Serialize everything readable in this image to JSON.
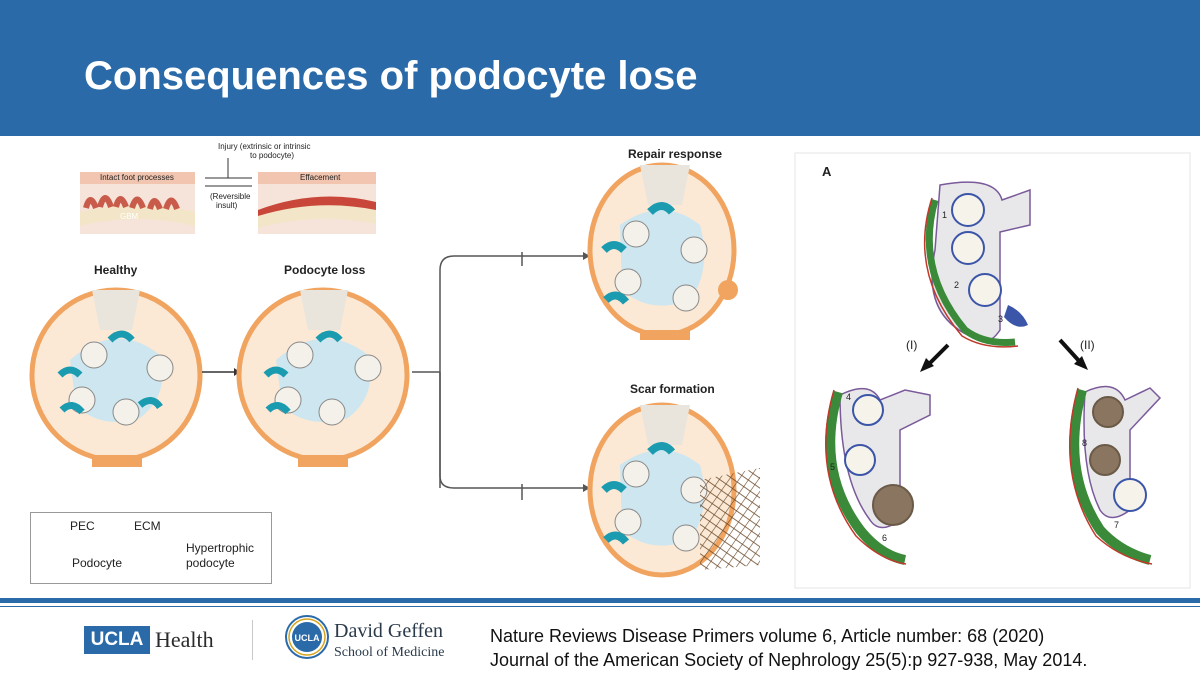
{
  "slide": {
    "title": "Consequences of podocyte lose"
  },
  "figure_left": {
    "inset": {
      "injury_label": "Injury (extrinsic or intrinsic",
      "injury_label_2": "to podocyte)",
      "intact_label": "Intact foot processes",
      "effacement_label": "Effacement",
      "reversible_label": "(Reversible",
      "reversible_label_2": "insult)",
      "gbm_label": "GBM"
    },
    "stages": {
      "healthy": "Healthy",
      "podocyte_loss": "Podocyte loss",
      "repair": "Repair response",
      "scar": "Scar formation"
    },
    "legend": {
      "pec": "PEC",
      "ecm": "ECM",
      "podocyte": "Podocyte",
      "hypertrophic_1": "Hypertrophic",
      "hypertrophic_2": "podocyte"
    }
  },
  "figure_right": {
    "panel_label": "A",
    "path_i": "(I)",
    "path_ii": "(II)",
    "numbers_top": [
      "1",
      "2",
      "3"
    ],
    "numbers_left": [
      "4",
      "5",
      "6"
    ],
    "numbers_right": [
      "8",
      "7"
    ]
  },
  "footer": {
    "ucla": "UCLA",
    "health": "Health",
    "school_line1": "David Geffen",
    "school_line2": "School of Medicine",
    "seal_text": "UCLA",
    "citation_1": "Nature Reviews Disease Primers volume 6, Article number: 68 (2020)",
    "citation_2": "Journal of the American Society of Nephrology 25(5):p 927-938, May 2014."
  },
  "colors": {
    "brand_blue": "#2a6aa8",
    "pec_orange": "#f0a460",
    "podocyte_teal": "#1b9bb0",
    "capsule_green": "#3a8a3a",
    "capsule_red": "#c0392b"
  }
}
